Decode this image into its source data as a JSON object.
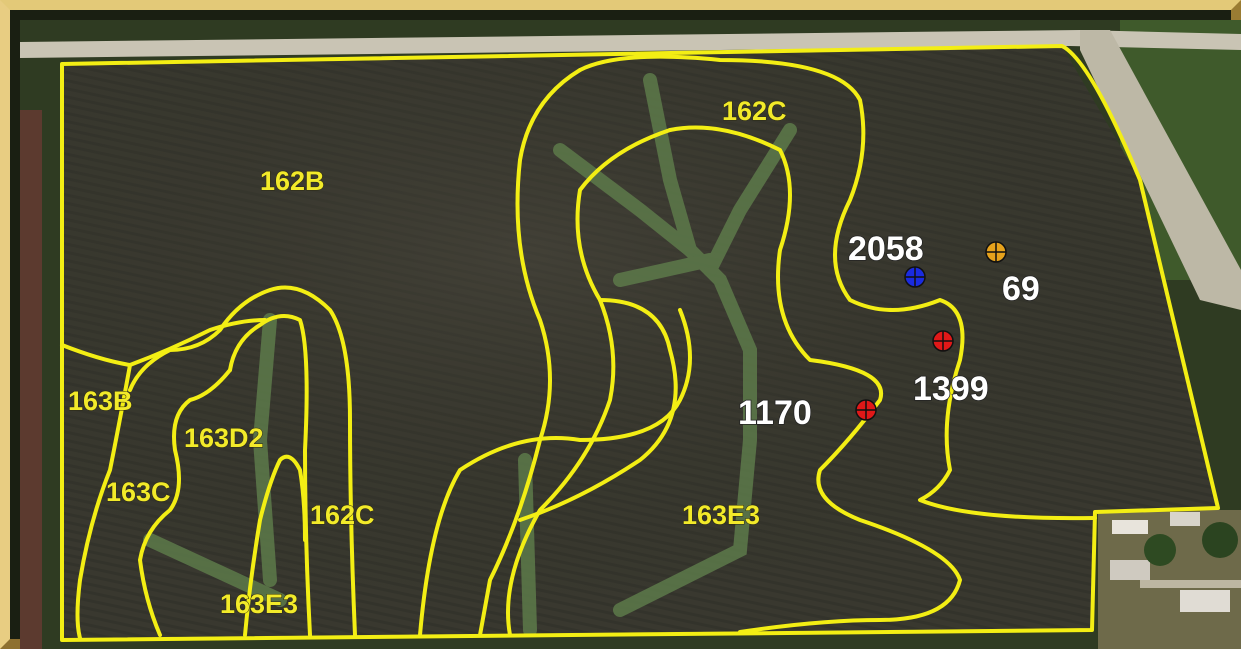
{
  "map": {
    "soil_units": [
      {
        "id": "162B",
        "label": "162B"
      },
      {
        "id": "162C_north",
        "label": "162C"
      },
      {
        "id": "163B",
        "label": "163B"
      },
      {
        "id": "163D2",
        "label": "163D2"
      },
      {
        "id": "163C",
        "label": "163C"
      },
      {
        "id": "162C_south",
        "label": "162C"
      },
      {
        "id": "163E3_center",
        "label": "163E3"
      },
      {
        "id": "163E3_south",
        "label": "163E3"
      }
    ],
    "sample_points": [
      {
        "id": "p2058",
        "label": "2058",
        "marker_color": "#1a2be0"
      },
      {
        "id": "p69",
        "label": "69",
        "marker_color": "#e6a21c"
      },
      {
        "id": "p1399",
        "label": "1399",
        "marker_color": "#e01818"
      },
      {
        "id": "p1170",
        "label": "1170",
        "marker_color": "#e01818"
      }
    ],
    "colors": {
      "boundary": "#f3ee14",
      "soil_label": "#f2ea2a",
      "sample_label": "#ffffff",
      "frame": "#cfb05a",
      "field": "#3a3a30"
    }
  }
}
